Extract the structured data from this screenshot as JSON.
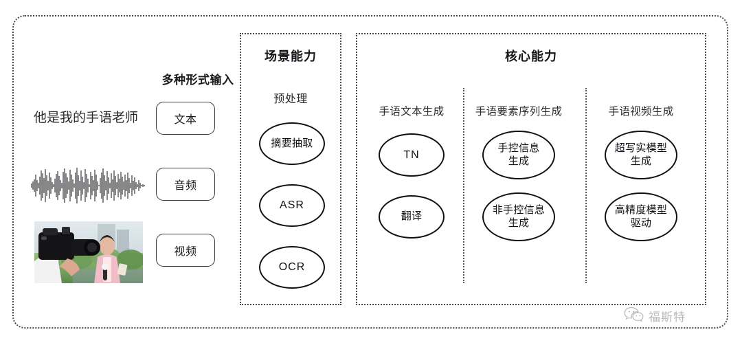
{
  "diagram": {
    "input_panel": {
      "section_label": "多种形式输入",
      "sample_text": "他是我的手语老师",
      "modalities": [
        {
          "label": "文本",
          "icon": "text-icon"
        },
        {
          "label": "音频",
          "icon": "audio-waveform-icon"
        },
        {
          "label": "视频",
          "icon": "video-thumbnail-icon"
        }
      ]
    },
    "scene_box": {
      "title": "场景能力",
      "subtitle": "预处理",
      "nodes": [
        {
          "label": "摘要抽取"
        },
        {
          "label": "ASR"
        },
        {
          "label": "OCR"
        }
      ]
    },
    "core_box": {
      "title": "核心能力",
      "columns": [
        {
          "title": "手语文本生成",
          "nodes": [
            {
              "line1": "TN",
              "line2": ""
            },
            {
              "line1": "翻译",
              "line2": ""
            }
          ]
        },
        {
          "title": "手语要素序列生成",
          "nodes": [
            {
              "line1": "手控信息",
              "line2": "生成"
            },
            {
              "line1": "非手控信息",
              "line2": "生成"
            }
          ]
        },
        {
          "title": "手语视频生成",
          "nodes": [
            {
              "line1": "超写实模型",
              "line2": "生成"
            },
            {
              "line1": "高精度模型",
              "line2": "驱动"
            }
          ]
        }
      ]
    },
    "watermark": {
      "text": "福斯特",
      "icon": "wechat-bubble-icon"
    },
    "colors": {
      "stroke": "#111115",
      "dotted_border": "#4a4a50",
      "text": "#1d1d1f",
      "background": "#ffffff"
    }
  }
}
